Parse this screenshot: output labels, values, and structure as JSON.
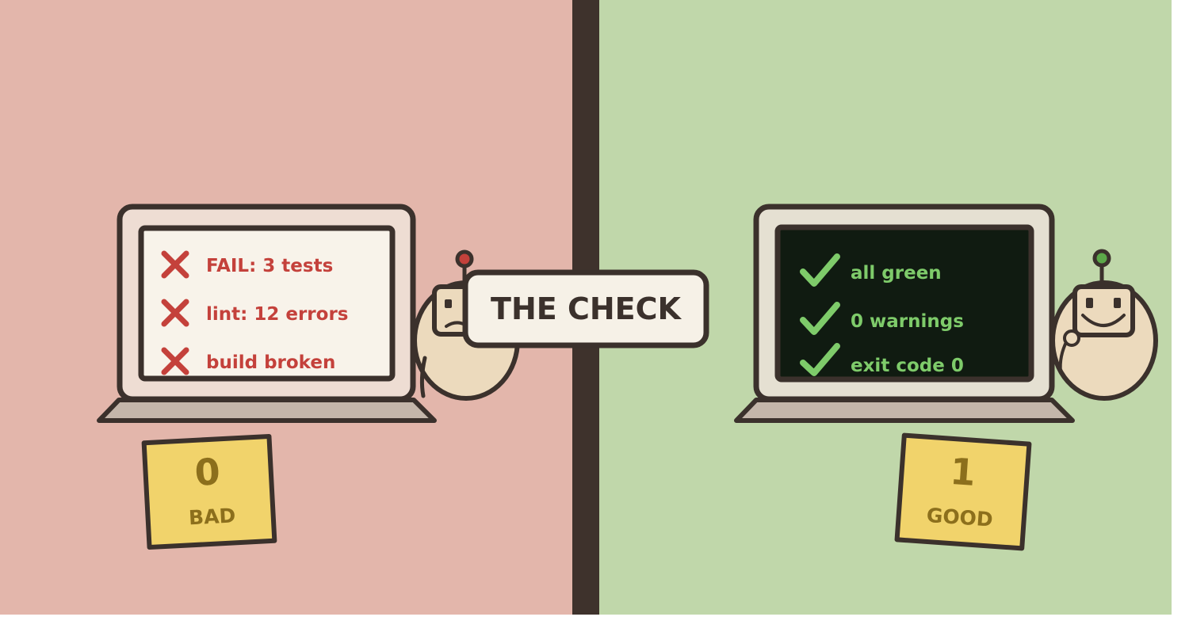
{
  "title": "THE CHECK",
  "colors": {
    "bad_panel": "#e3b6ab",
    "good_panel": "#c0d7aa",
    "divider": "#3e322c",
    "fail_red": "#c4413b",
    "pass_green": "#7ecb6a",
    "terminal_bg": "#101b11",
    "sticky_note": "#f1d36b",
    "sticky_text": "#8c6f1c"
  },
  "bad": {
    "lines": [
      {
        "icon": "x-mark-icon",
        "text": "FAIL: 3 tests"
      },
      {
        "icon": "x-mark-icon",
        "text": "lint: 12 errors"
      },
      {
        "icon": "x-mark-icon",
        "text": "build broken"
      }
    ],
    "score": "0",
    "label": "BAD"
  },
  "good": {
    "lines": [
      {
        "icon": "check-mark-icon",
        "text": "all green"
      },
      {
        "icon": "check-mark-icon",
        "text": "0 warnings"
      },
      {
        "icon": "check-mark-icon",
        "text": "exit code 0"
      }
    ],
    "score": "1",
    "label": "GOOD"
  }
}
